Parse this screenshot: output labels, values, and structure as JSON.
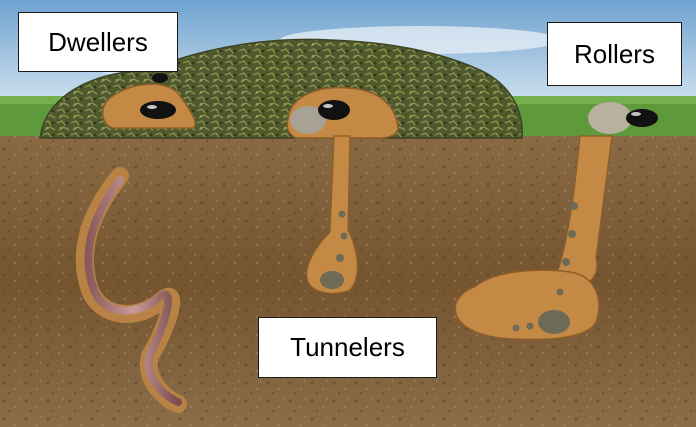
{
  "labels": {
    "dwellers": "Dwellers",
    "rollers": "Rollers",
    "tunnelers": "Tunnelers"
  },
  "colors": {
    "sky": "#9fc4e0",
    "grass": "#5e9a3c",
    "soil": "#7a5a36",
    "tunnel": "#c48a45",
    "dung": "#4d5a2c",
    "worm": "#b07a7a",
    "beetle": "#111111"
  },
  "icons": [
    "dung-beetle-icon",
    "earthworm-icon",
    "dung-pile-icon",
    "dung-ball-icon"
  ]
}
